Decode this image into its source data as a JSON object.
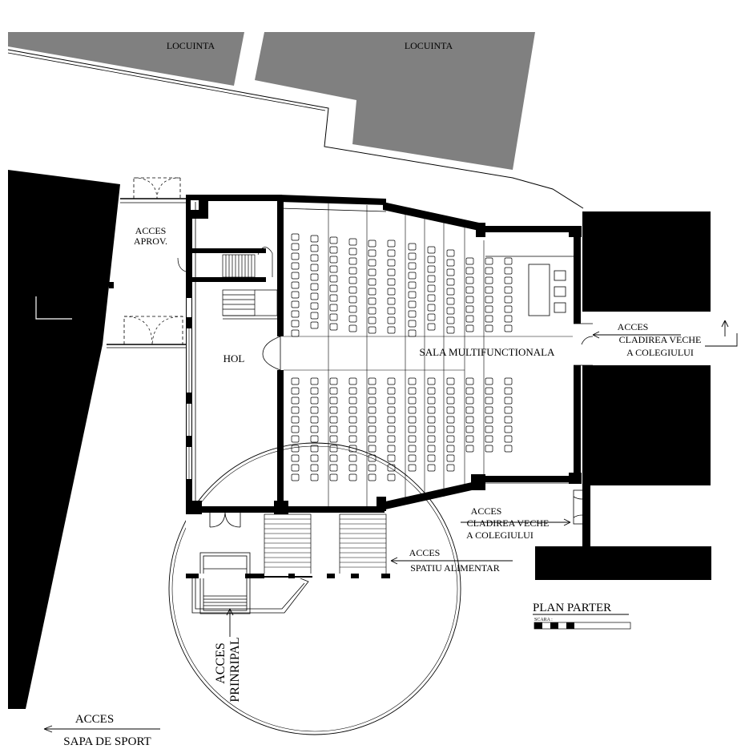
{
  "labels": {
    "locuinta_1": "LOCUINTA",
    "locuinta_2": "LOCUINTA",
    "acces_aprov_1": "ACCES",
    "acces_aprov_2": "APROV.",
    "hol": "HOL",
    "sala": "SALA MULTIFUNCTIONALA",
    "acces_cladire_1_a": "ACCES",
    "acces_cladire_1_b": "CLADIREA VECHE",
    "acces_cladire_1_c": "A COLEGIULUI",
    "acces_cladire_2_a": "ACCES",
    "acces_cladire_2_b": "CLADIREA VECHE",
    "acces_cladire_2_c": "A COLEGIULUI",
    "acces_alimentar_a": "ACCES",
    "acces_alimentar_b": "SPATIU ALIMENTAR",
    "acces_principal_a": "ACCES",
    "acces_principal_b": "PRINRIPAL",
    "acces_sport_a": "ACCES",
    "acces_sport_b": "SAPA DE SPORT",
    "plan_title": "PLAN PARTER",
    "scale_label": "SCARA :"
  },
  "colors": {
    "neighbor_fill": "#808080",
    "wall": "#000000",
    "background": "#ffffff"
  }
}
